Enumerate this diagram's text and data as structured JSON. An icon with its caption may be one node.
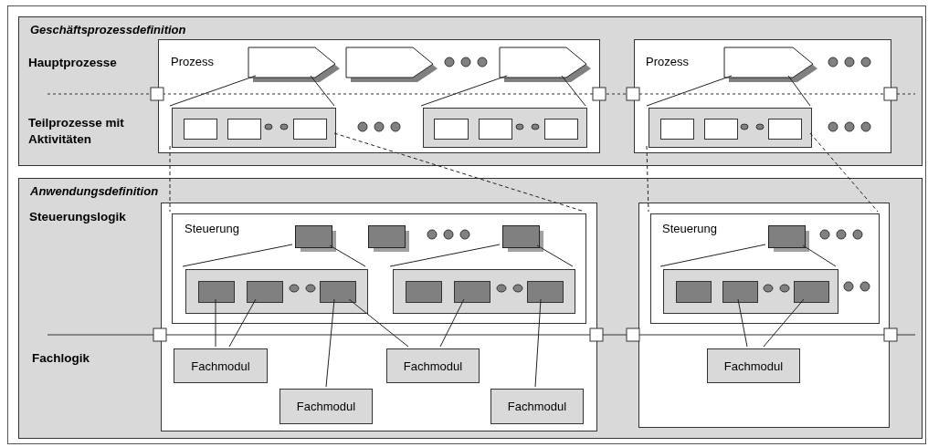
{
  "diagram": {
    "nodes": [
      {
        "text": [
          "Geschäftsprozessdefinition"
        ]
      },
      {
        "text": [
          "Prozess"
        ],
        "in": 0
      },
      {
        "text": [],
        "shape": "chevron",
        "in": 1
      },
      {
        "text": [],
        "shape": "chevron",
        "in": 1
      },
      {
        "text": [],
        "shape": "chevron",
        "in": 1
      },
      {
        "text": [],
        "shape": "box",
        "in": 1
      },
      {
        "text": [],
        "shape": "box",
        "in": 5
      },
      {
        "text": [],
        "shape": "box",
        "in": 5
      },
      {
        "text": [],
        "shape": "box",
        "in": 5
      },
      {
        "text": [],
        "shape": "box",
        "in": 1
      },
      {
        "text": [],
        "shape": "box",
        "in": 9
      },
      {
        "text": [],
        "shape": "box",
        "in": 9
      },
      {
        "text": [],
        "shape": "box",
        "in": 9
      },
      {
        "text": [
          "Prozess"
        ],
        "in": 0
      },
      {
        "text": [],
        "shape": "chevron",
        "in": 13
      },
      {
        "text": [],
        "shape": "box",
        "in": 13
      },
      {
        "text": [],
        "shape": "box",
        "in": 15
      },
      {
        "text": [],
        "shape": "box",
        "in": 15
      },
      {
        "text": [],
        "shape": "box",
        "in": 15
      },
      {
        "text": [
          "Anwendungsdefinition"
        ]
      },
      {
        "text": [],
        "shape": "box",
        "in": 19
      },
      {
        "text": [
          "Steuerung"
        ],
        "in": 20
      },
      {
        "text": [],
        "shape": "box",
        "in": 21
      },
      {
        "text": [],
        "shape": "box",
        "in": 21
      },
      {
        "text": [],
        "shape": "box",
        "in": 21
      },
      {
        "text": [],
        "shape": "box",
        "in": 21
      },
      {
        "text": [],
        "shape": "box",
        "in": 25
      },
      {
        "text": [],
        "shape": "box",
        "in": 25
      },
      {
        "text": [],
        "shape": "box",
        "in": 25
      },
      {
        "text": [],
        "shape": "box",
        "in": 21
      },
      {
        "text": [],
        "shape": "box",
        "in": 29
      },
      {
        "text": [],
        "shape": "box",
        "in": 29
      },
      {
        "text": [],
        "shape": "box",
        "in": 29
      },
      {
        "text": [
          "Fachmodul"
        ],
        "in": 20
      },
      {
        "text": [
          "Fachmodul"
        ],
        "in": 20
      },
      {
        "text": [
          "Fachmodul"
        ],
        "in": 20
      },
      {
        "text": [
          "Fachmodul"
        ],
        "in": 20
      },
      {
        "text": [],
        "shape": "box",
        "in": 19
      },
      {
        "text": [
          "Steuerung"
        ],
        "in": 37
      },
      {
        "text": [],
        "shape": "box",
        "in": 38
      },
      {
        "text": [],
        "shape": "box",
        "in": 38
      },
      {
        "text": [],
        "shape": "box",
        "in": 40
      },
      {
        "text": [],
        "shape": "box",
        "in": 40
      },
      {
        "text": [],
        "shape": "box",
        "in": 40
      },
      {
        "text": [
          "Fachmodul"
        ],
        "in": 37
      }
    ],
    "edges": [
      {
        "from": 2,
        "to": 5,
        "arrow": "none"
      },
      {
        "from": 2,
        "to": 5,
        "arrow": "none"
      },
      {
        "from": 4,
        "to": 9,
        "arrow": "none"
      },
      {
        "from": 4,
        "to": 9,
        "arrow": "none"
      },
      {
        "from": 14,
        "to": 15,
        "arrow": "none"
      },
      {
        "from": 14,
        "to": 15,
        "arrow": "none"
      },
      {
        "from": 5,
        "to": 21,
        "arrow": "none",
        "style": "dashed"
      },
      {
        "from": 5,
        "to": 21,
        "arrow": "none",
        "style": "dashed"
      },
      {
        "from": 15,
        "to": 38,
        "arrow": "none",
        "style": "dashed"
      },
      {
        "from": 15,
        "to": 38,
        "arrow": "none",
        "style": "dashed"
      },
      {
        "from": 22,
        "to": 25,
        "arrow": "none"
      },
      {
        "from": 22,
        "to": 25,
        "arrow": "none"
      },
      {
        "from": 24,
        "to": 29,
        "arrow": "none"
      },
      {
        "from": 24,
        "to": 29,
        "arrow": "none"
      },
      {
        "from": 39,
        "to": 40,
        "arrow": "none"
      },
      {
        "from": 39,
        "to": 40,
        "arrow": "none"
      },
      {
        "from": 26,
        "to": 33,
        "arrow": "none"
      },
      {
        "from": 27,
        "to": 33,
        "arrow": "none"
      },
      {
        "from": 28,
        "to": 35,
        "arrow": "none"
      },
      {
        "from": 28,
        "to": 34,
        "arrow": "none"
      },
      {
        "from": 31,
        "to": 34,
        "arrow": "none"
      },
      {
        "from": 32,
        "to": 36,
        "arrow": "none"
      },
      {
        "from": 42,
        "to": 44,
        "arrow": "none"
      },
      {
        "from": 43,
        "to": 44,
        "arrow": "none"
      }
    ],
    "labels": [
      "Hauptprozesse",
      "Teilprozesse mit Aktivitäten",
      "Steuerungslogik",
      "Fachlogik"
    ]
  }
}
